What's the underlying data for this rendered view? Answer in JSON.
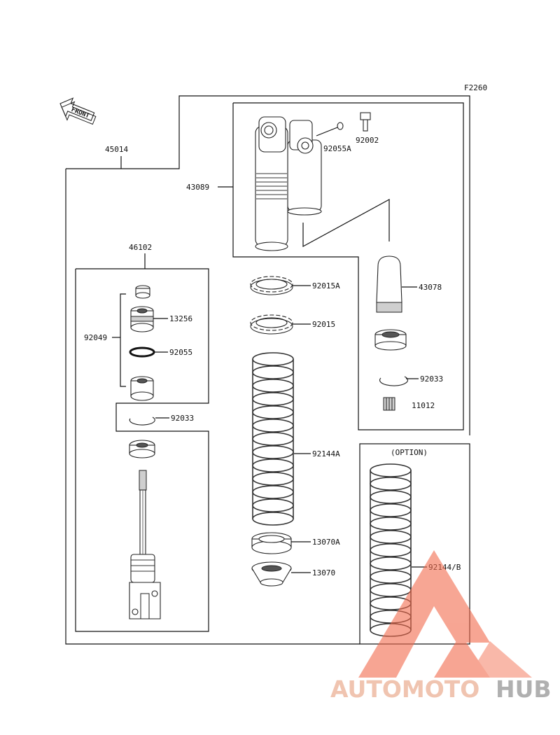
{
  "figure_code": "F2260",
  "front_label": "FRONT",
  "option_label": "(OPTION)",
  "watermark": {
    "part1": "AUTOMOTO",
    "part2": "HUB",
    "color_light": "#f0c4b0",
    "color_dark": "#b0b0b0"
  },
  "callouts": {
    "c45014": "45014",
    "c43089": "43089",
    "c92055A": "92055A",
    "c92002": "92002",
    "c46102": "46102",
    "c13256": "13256",
    "c92049": "92049",
    "c92055": "92055",
    "c92033a": "92033",
    "c92015A": "92015A",
    "c92015": "92015",
    "c92144A": "92144A",
    "c13070A": "13070A",
    "c13070": "13070",
    "c43078": "43078",
    "c92033b": "92033",
    "c11012": "11012",
    "c92144B": "92144/B"
  }
}
